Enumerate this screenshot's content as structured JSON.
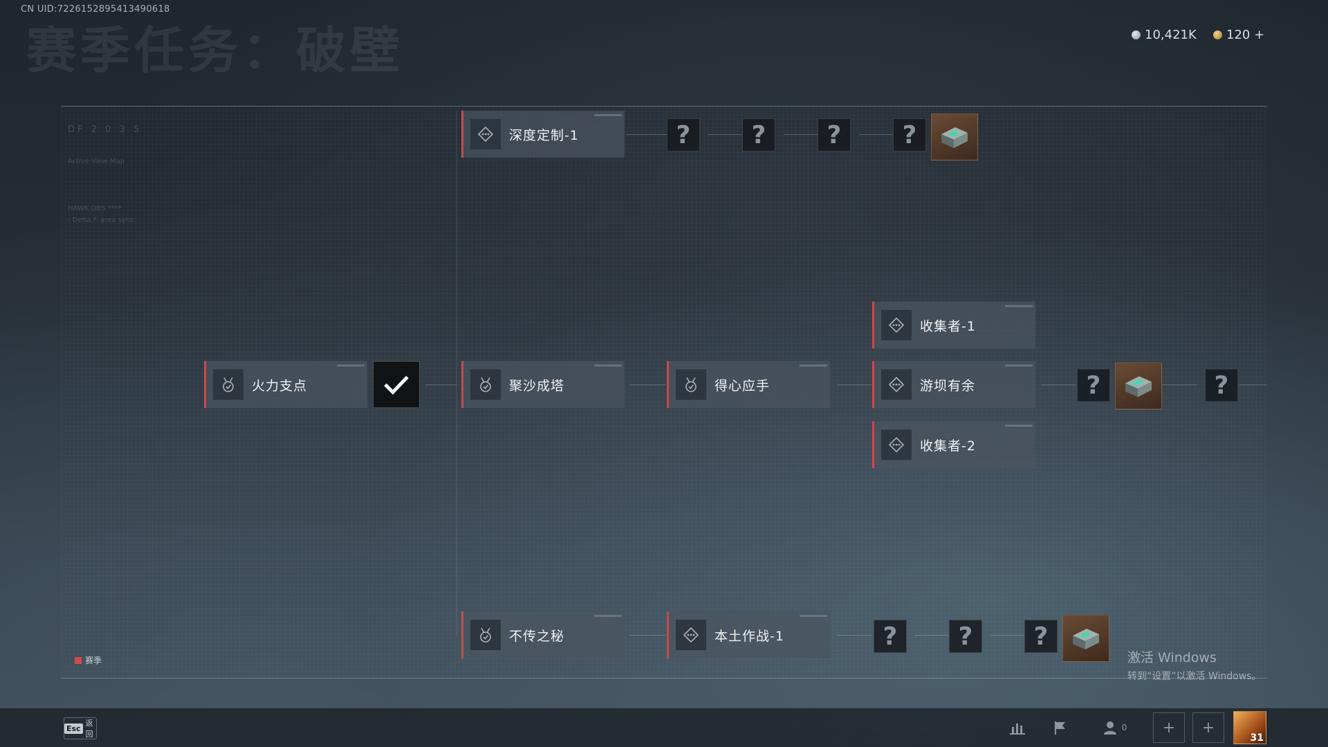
{
  "header": {
    "uid": "CN UID:7226152895413490618",
    "title": "赛季任务：破壁",
    "currency1": "10,421K",
    "currency2": "120 +"
  },
  "side_meta": [
    "DF 2 0 3 5",
    "Active View Map",
    "HAWK OBS ****",
    "- Delta F. area sync"
  ],
  "tasks": {
    "deep_custom": "深度定制-1",
    "fire_support": "火力支点",
    "sand_tower": "聚沙成塔",
    "skilled": "得心应手",
    "collector1": "收集者-1",
    "dam_spare": "游坝有余",
    "collector2": "收集者-2",
    "secret": "不传之秘",
    "local_combat": "本土作战-1"
  },
  "unknown_mark": "?",
  "legend": {
    "label": "赛季",
    "color": "#d24a4a"
  },
  "watermark": {
    "line1": "激活 Windows",
    "line2": "转到“设置”以激活 Windows。"
  },
  "footer": {
    "esc_key": "Esc",
    "esc_label": "返回",
    "friends_count": "0",
    "avatar_level": "31"
  },
  "icons": [
    "diamond-dots-icon",
    "medal-check-icon",
    "checkmark-icon",
    "stats-icon",
    "flag-icon",
    "friends-icon",
    "plus-icon",
    "chest-icon"
  ]
}
